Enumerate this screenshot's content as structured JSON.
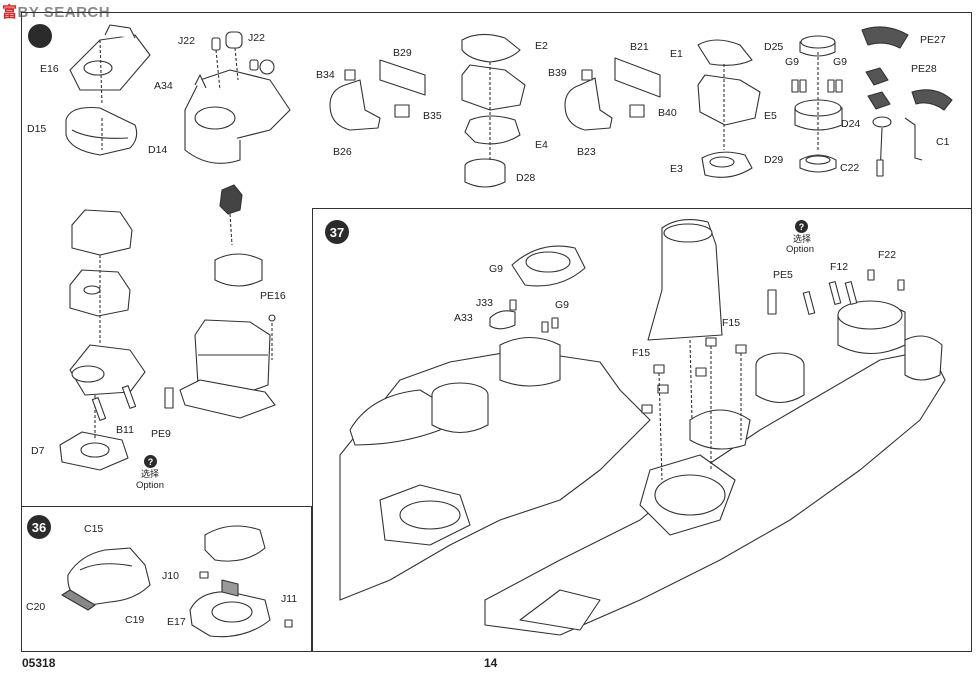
{
  "watermark": {
    "part1": "富",
    "part2": "BY SEARCH"
  },
  "steps": {
    "step36": "36",
    "step37": "37"
  },
  "footer": {
    "code": "05318",
    "page_number": "14"
  },
  "option": {
    "cn": "选择",
    "en": "Option",
    "icon": "?"
  },
  "panel_top_left": {
    "labels": {
      "E16": "E16",
      "J22a": "J22",
      "J22b": "J22",
      "A34": "A34",
      "D15": "D15",
      "D14": "D14"
    }
  },
  "panel_top_mid": {
    "labels": {
      "B34": "B34",
      "B29": "B29",
      "B35": "B35",
      "B26": "B26",
      "E2": "E2",
      "E4": "E4",
      "D28": "D28",
      "B39": "B39",
      "B21": "B21",
      "B40": "B40",
      "B23": "B23",
      "E1": "E1",
      "E3": "E3"
    }
  },
  "panel_top_right": {
    "labels": {
      "D25": "D25",
      "G9a": "G9",
      "G9b": "G9",
      "E5": "E5",
      "D24": "D24",
      "D29": "D29",
      "C22": "C22",
      "C1": "C1",
      "PE27": "PE27",
      "PE28": "PE28"
    }
  },
  "panel_left_mid": {
    "labels": {
      "PE16": "PE16",
      "B11": "B11",
      "PE9": "PE9",
      "D7": "D7"
    }
  },
  "panel_36": {
    "labels": {
      "C15": "C15",
      "C20": "C20",
      "C19": "C19",
      "J10": "J10",
      "E17": "E17",
      "J11": "J11"
    }
  },
  "panel_37": {
    "labels": {
      "G9a": "G9",
      "G9b": "G9",
      "J33": "J33",
      "A33": "A33",
      "PE5": "PE5",
      "F12": "F12",
      "F22": "F22",
      "F15a": "F15",
      "F15b": "F15"
    }
  }
}
